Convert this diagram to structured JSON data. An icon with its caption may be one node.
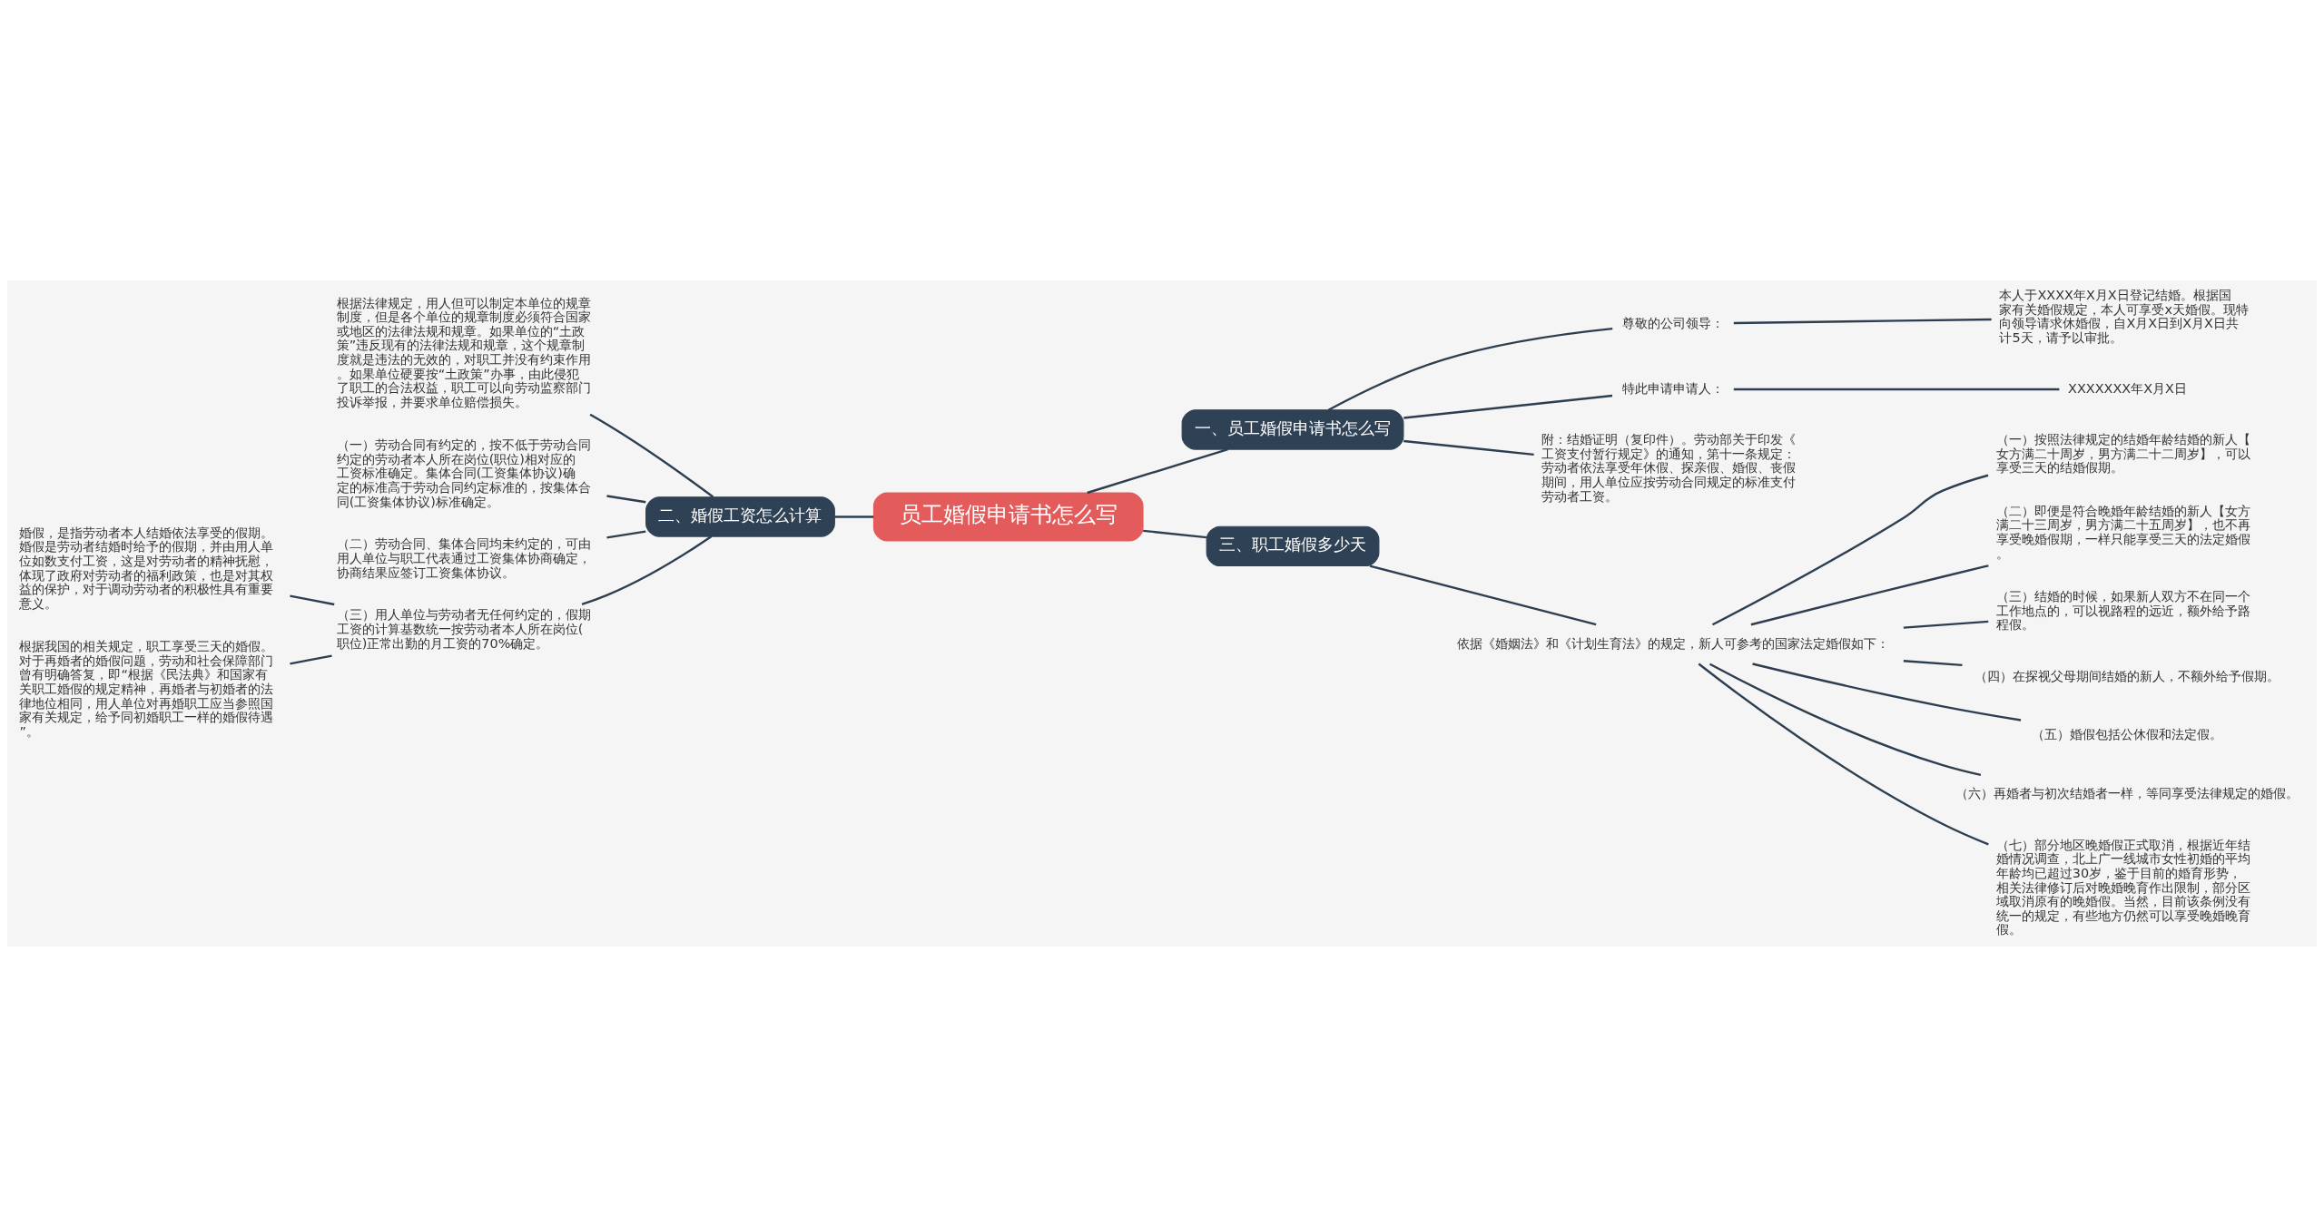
{
  "diagram": {
    "nodes": [
      {
        "text": [
          "员工婚假申请书怎么写"
        ]
      },
      {
        "text": [
          "一、员工婚假申请书怎么写"
        ]
      },
      {
        "text": [
          "尊敬的公司领导："
        ]
      },
      {
        "text": [
          "本人于XXXX年X月X日登记结婚。根据国家有关婚假规定，本人可享受x天婚假。现特向领导请求休婚假，自X月X日到X月X日共计5天，请予以审批。"
        ]
      },
      {
        "text": [
          "特此申请申请人："
        ]
      },
      {
        "text": [
          "XXXXXXX年X月X日"
        ]
      },
      {
        "text": [
          "附：结婚证明（复印件）。劳动部关于印发《工资支付暂行规定》的通知，第十一条规定：劳动者依法享受年休假、探亲假、婚假、丧假期间，用人单位应按劳动合同规定的标准支付劳动者工资。"
        ]
      },
      {
        "text": [
          "二、婚假工资怎么计算"
        ]
      },
      {
        "text": [
          "根据法律规定，用人但可以制定本单位的规章制度，但是各个单位的规章制度必须符合国家或地区的法律法规和规章。如果单位的“土政策”违反现有的法律法规和规章，这个规章制度就是违法的无效的，对职工并没有约束作用。如果单位硬要按“土政策”办事，由此侵犯了职工的合法权益，职工可以向劳动监察部门投诉举报，并要求单位赔偿损失。"
        ]
      },
      {
        "text": [
          "（一）劳动合同有约定的，按不低于劳动合同约定的劳动者本人所在岗位(职位)相对应的工资标准确定。集体合同(工资集体协议)确定的标准高于劳动合同约定标准的，按集体合同(工资集体协议)标准确定。"
        ]
      },
      {
        "text": [
          "（二）劳动合同、集体合同均未约定的，可由用人单位与职工代表通过工资集体协商确定，协商结果应签订工资集体协议。"
        ]
      },
      {
        "text": [
          "（三）用人单位与劳动者无任何约定的，假期工资的计算基数统一按劳动者本人所在岗位(职位)正常出勤的月工资的70%确定。"
        ]
      },
      {
        "text": [
          "婚假，是指劳动者本人结婚依法享受的假期。婚假是劳动者结婚时给予的假期，并由用人单位如数支付工资，这是对劳动者的精神抚慰，体现了政府对劳动者的福利政策，也是对其权益的保护，对于调动劳动者的积极性具有重要意义。"
        ]
      },
      {
        "text": [
          "根据我国的相关规定，职工享受三天的婚假。对于再婚者的婚假问题，劳动和社会保障部门曾有明确答复，即“根据《民法典》和国家有关职工婚假的规定精神，再婚者与初婚者的法律地位相同，用人单位对再婚职工应当参照国家有关规定，给予同初婚职工一样的婚假待遇”。"
        ]
      },
      {
        "text": [
          "三、职工婚假多少天"
        ]
      },
      {
        "text": [
          "依据《婚姻法》和《计划生育法》的规定，新人可参考的国家法定婚假如下："
        ]
      },
      {
        "text": [
          "（一）按照法律规定的结婚年龄结婚的新人【女方满二十周岁，男方满二十二周岁】，可以享受三天的结婚假期。"
        ]
      },
      {
        "text": [
          "（二）即便是符合晚婚年龄结婚的新人【女方满二十三周岁，男方满二十五周岁】，也不再享受晚婚假期，一样只能享受三天的法定婚假。"
        ]
      },
      {
        "text": [
          "（三）结婚的时候，如果新人双方不在同一个工作地点的，可以视路程的远近，额外给予路程假。"
        ]
      },
      {
        "text": [
          "（四）在探视父母期间结婚的新人，不额外给予假期。"
        ]
      },
      {
        "text": [
          "（五）婚假包括公休假和法定假。"
        ]
      },
      {
        "text": [
          "（六）再婚者与初次结婚者一样，等同享受法律规定的婚假。"
        ]
      },
      {
        "text": [
          "（七）部分地区晚婚假正式取消，根据近年结婚情况调查，北上广一线城市女性初婚的平均年龄均已超过30岁，鉴于目前的婚育形势，相关法律修订后对晚婚晚育作出限制，部分区域取消原有的晚婚假。当然，目前该条例没有统一的规定，有些地方仍然可以享受晚婚晚育假。"
        ]
      }
    ],
    "edges": [
      {
        "from": 0,
        "to": 1,
        "arrow": "none"
      },
      {
        "from": 1,
        "to": 2,
        "arrow": "none"
      },
      {
        "from": 2,
        "to": 3,
        "arrow": "none"
      },
      {
        "from": 1,
        "to": 4,
        "arrow": "none"
      },
      {
        "from": 4,
        "to": 5,
        "arrow": "none"
      },
      {
        "from": 1,
        "to": 6,
        "arrow": "none"
      },
      {
        "from": 0,
        "to": 7,
        "arrow": "none"
      },
      {
        "from": 7,
        "to": 8,
        "arrow": "none"
      },
      {
        "from": 7,
        "to": 9,
        "arrow": "none"
      },
      {
        "from": 7,
        "to": 10,
        "arrow": "none"
      },
      {
        "from": 7,
        "to": 11,
        "arrow": "none"
      },
      {
        "from": 11,
        "to": 12,
        "arrow": "none"
      },
      {
        "from": 11,
        "to": 13,
        "arrow": "none"
      },
      {
        "from": 0,
        "to": 14,
        "arrow": "none"
      },
      {
        "from": 14,
        "to": 15,
        "arrow": "none"
      },
      {
        "from": 15,
        "to": 16,
        "arrow": "none"
      },
      {
        "from": 15,
        "to": 17,
        "arrow": "none"
      },
      {
        "from": 15,
        "to": 18,
        "arrow": "none"
      },
      {
        "from": 15,
        "to": 19,
        "arrow": "none"
      },
      {
        "from": 15,
        "to": 20,
        "arrow": "none"
      },
      {
        "from": 15,
        "to": 21,
        "arrow": "none"
      },
      {
        "from": 15,
        "to": 22,
        "arrow": "none"
      }
    ]
  }
}
